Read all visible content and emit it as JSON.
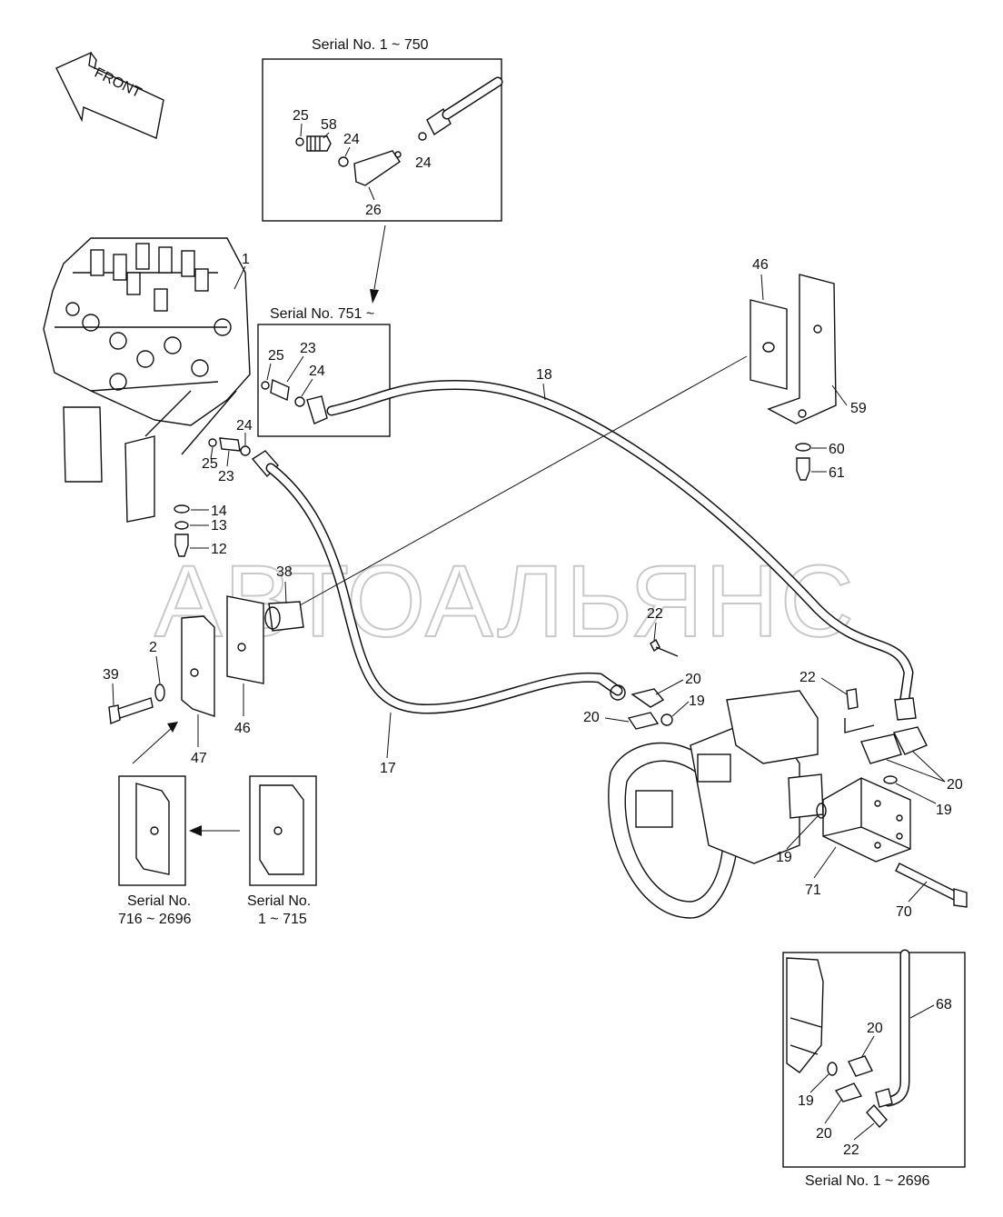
{
  "watermark": "АВТОАЛЬЯНС",
  "front_arrow": {
    "label": "FRONT"
  },
  "insets": {
    "serial_1_750": "Serial No. 1 ~ 750",
    "serial_751": "Serial No. 751 ~",
    "serial_716_2696_line1": "Serial No.",
    "serial_716_2696_line2": "716 ~ 2696",
    "serial_1_715_line1": "Serial No.",
    "serial_1_715_line2": "1 ~ 715",
    "serial_1_2696": "Serial No. 1 ~ 2696"
  },
  "callouts": {
    "c1": "1",
    "c2": "2",
    "c12": "12",
    "c13": "13",
    "c14": "14",
    "c17": "17",
    "c18": "18",
    "c19a": "19",
    "c19b": "19",
    "c19c": "19",
    "c19d": "19",
    "c20a": "20",
    "c20b": "20",
    "c20c": "20",
    "c20d": "20",
    "c20e": "20",
    "c22a": "22",
    "c22b": "22",
    "c22c": "22",
    "c23a": "23",
    "c23b": "23",
    "c24a": "24",
    "c24b": "24",
    "c24c": "24",
    "c24d": "24",
    "c25a": "25",
    "c25b": "25",
    "c25c": "25",
    "c26": "26",
    "c38": "38",
    "c39": "39",
    "c46a": "46",
    "c46b": "46",
    "c47": "47",
    "c58": "58",
    "c59": "59",
    "c60": "60",
    "c61": "61",
    "c68": "68",
    "c70": "70",
    "c71": "71"
  }
}
